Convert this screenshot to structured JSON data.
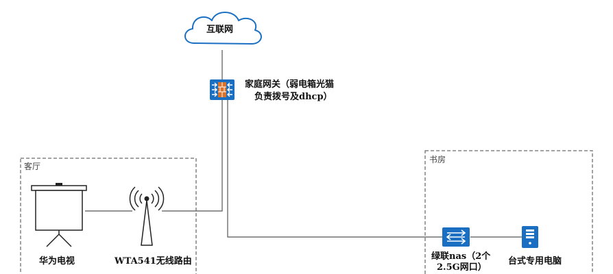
{
  "cloud": {
    "label": "互联网"
  },
  "gateway": {
    "line1": "家庭网关（弱电箱光猫",
    "line2": "负责拨号及dhcp）"
  },
  "rooms": {
    "living": "客厅",
    "study": "书房"
  },
  "devices": {
    "tv": "华为电视",
    "router": "WTA541无线路由",
    "nas_line1": "绿联nas（2个",
    "nas_line2": "2.5G网口）",
    "pc": "台式专用电脑"
  },
  "colors": {
    "line": "#555555",
    "device_blue": "#1b6fc2",
    "gateway_orange": "#d9722a",
    "dash": "#444444"
  }
}
